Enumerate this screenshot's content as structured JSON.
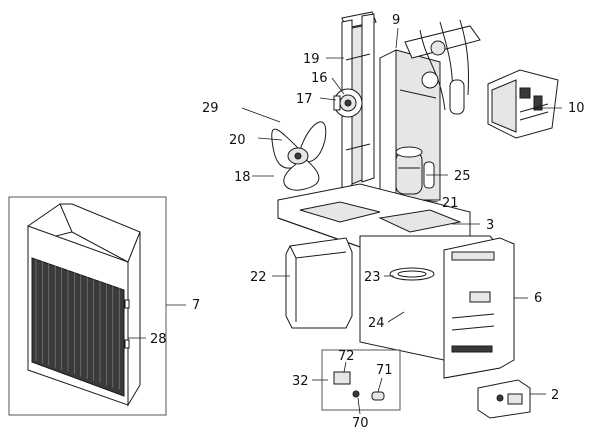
{
  "callouts": {
    "c2": "2",
    "c3": "3",
    "c6": "6",
    "c7": "7",
    "c9": "9",
    "c10": "10",
    "c16": "16",
    "c17": "17",
    "c18": "18",
    "c19": "19",
    "c20": "20",
    "c21": "21",
    "c22": "22",
    "c23": "23",
    "c24": "24",
    "c25": "25",
    "c28": "28",
    "c29": "29",
    "c32": "32",
    "c70": "70",
    "c71": "71",
    "c72": "72"
  }
}
